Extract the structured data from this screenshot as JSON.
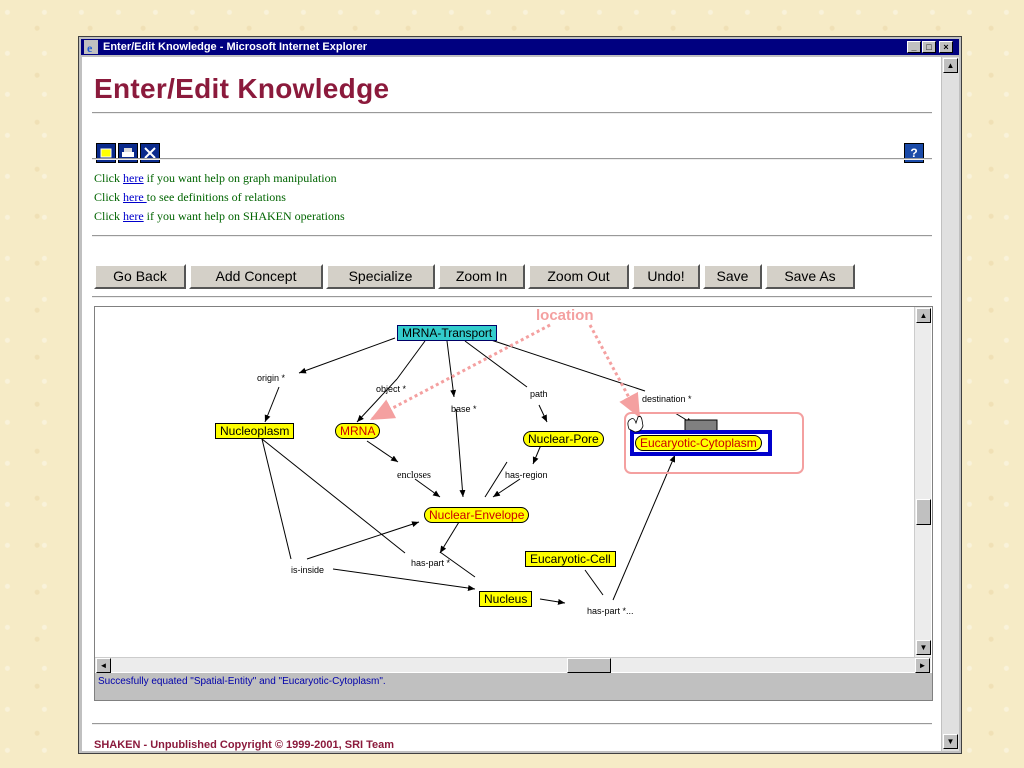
{
  "window": {
    "title": "Enter/Edit Knowledge - Microsoft Internet Explorer",
    "controls": [
      "_",
      "□",
      "×"
    ]
  },
  "page": {
    "title": "Enter/Edit Knowledge",
    "toolbar_icons": [
      "new-icon",
      "print-icon",
      "close-icon"
    ],
    "help_icon_label": "?"
  },
  "help_lines": [
    {
      "prefix": "Click ",
      "link": "here",
      "suffix": " if you want help on graph manipulation"
    },
    {
      "prefix": "Click ",
      "link": "here ",
      "suffix": "to see definitions of relations"
    },
    {
      "prefix": "Click ",
      "link": "here",
      "suffix": " if you want help on SHAKEN operations"
    }
  ],
  "buttons": [
    "Go Back",
    "Add Concept",
    "Specialize",
    "Zoom In",
    "Zoom Out",
    "Undo!",
    "Save",
    "Save As"
  ],
  "graph": {
    "annotation": "location",
    "nodes": {
      "mrna_transport": "MRNA-Transport",
      "nucleoplasm": "Nucleoplasm",
      "mrna": "MRNA",
      "nuclear_pore": "Nuclear-Pore",
      "eucaryotic_cytoplasm": "Eucaryotic-Cytoplasm",
      "nuclear_envelope": "Nuclear-Envelope",
      "eucaryotic_cell": "Eucaryotic-Cell",
      "nucleus": "Nucleus"
    },
    "edges": {
      "origin": "origin *",
      "object": "object *",
      "base": "base *",
      "path": "path",
      "destination": "destination *",
      "encloses": "encloses",
      "has_region": "has-region",
      "is_inside": "is-inside",
      "has_part": "has-part *",
      "has_part_2": "has-part *..."
    }
  },
  "status": "Succesfully equated \"Spatial-Entity\" and \"Eucaryotic-Cytoplasm\".",
  "footer": "SHAKEN - Unpublished Copyright © 1999-2001, SRI Team",
  "colors": {
    "title": "#8b1a3c",
    "titlebar": "#000080",
    "node_fill": "#ffff00",
    "root_fill": "#33cccc",
    "selection_box": "#0000cc",
    "annotation": "#f4a0a0",
    "help_text": "#006400",
    "link": "#0000cc",
    "status_text": "#0000aa"
  }
}
